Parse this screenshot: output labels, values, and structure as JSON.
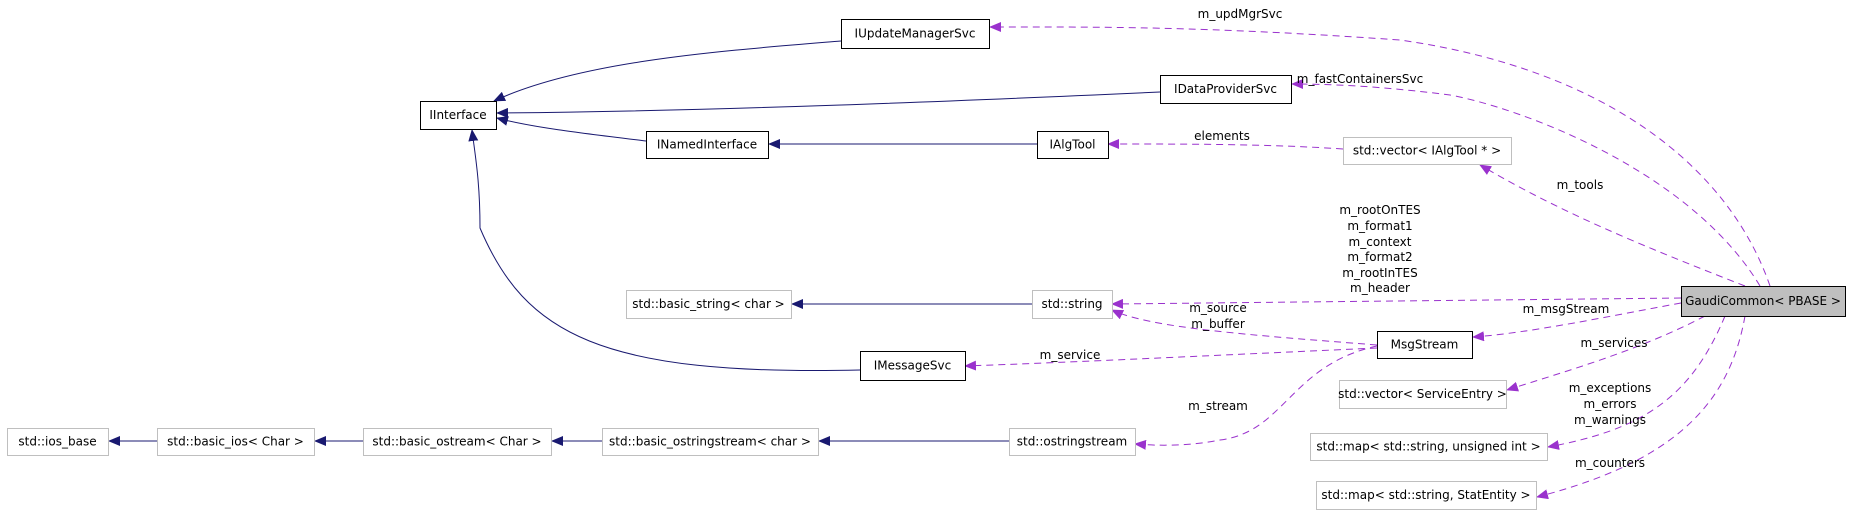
{
  "nodes": [
    {
      "id": "IUpdateManagerSvc",
      "label": "IUpdateManagerSvc",
      "style": "normal"
    },
    {
      "id": "IDataProviderSvc",
      "label": "IDataProviderSvc",
      "style": "normal"
    },
    {
      "id": "IInterface",
      "label": "IInterface",
      "style": "normal"
    },
    {
      "id": "INamedInterface",
      "label": "INamedInterface",
      "style": "normal"
    },
    {
      "id": "IAlgTool",
      "label": "IAlgTool",
      "style": "normal"
    },
    {
      "id": "vecAlgTool",
      "label": "std::vector< IAlgTool * >",
      "style": "ext"
    },
    {
      "id": "basic_string",
      "label": "std::basic_string< char >",
      "style": "ext"
    },
    {
      "id": "string",
      "label": "std::string",
      "style": "ext"
    },
    {
      "id": "GaudiCommon",
      "label": "GaudiCommon< PBASE >",
      "style": "focus"
    },
    {
      "id": "MsgStream",
      "label": "MsgStream",
      "style": "normal"
    },
    {
      "id": "IMessageSvc",
      "label": "IMessageSvc",
      "style": "normal"
    },
    {
      "id": "vecService",
      "label": "std::vector< ServiceEntry >",
      "style": "ext"
    },
    {
      "id": "ios_base",
      "label": "std::ios_base",
      "style": "ext"
    },
    {
      "id": "basic_ios",
      "label": "std::basic_ios< Char >",
      "style": "ext"
    },
    {
      "id": "basic_ostream",
      "label": "std::basic_ostream< Char >",
      "style": "ext"
    },
    {
      "id": "basic_ostringstream",
      "label": "std::basic_ostringstream< char >",
      "style": "ext"
    },
    {
      "id": "ostringstream",
      "label": "std::ostringstream",
      "style": "ext"
    },
    {
      "id": "mapUint",
      "label": "std::map< std::string, unsigned int >",
      "style": "ext"
    },
    {
      "id": "mapStat",
      "label": "std::map< std::string, StatEntity >",
      "style": "ext"
    }
  ],
  "edges": [
    {
      "id": "e-ium-ii",
      "from": "IUpdateManagerSvc",
      "to": "IInterface",
      "kind": "inherit",
      "labels": []
    },
    {
      "id": "e-idp-ii",
      "from": "IDataProviderSvc",
      "to": "IInterface",
      "kind": "inherit",
      "labels": []
    },
    {
      "id": "e-ini-ii",
      "from": "INamedInterface",
      "to": "IInterface",
      "kind": "inherit",
      "labels": []
    },
    {
      "id": "e-ims-ii",
      "from": "IMessageSvc",
      "to": "IInterface",
      "kind": "inherit",
      "labels": []
    },
    {
      "id": "e-iat-ini",
      "from": "IAlgTool",
      "to": "INamedInterface",
      "kind": "inherit",
      "labels": []
    },
    {
      "id": "e-str-bs",
      "from": "string",
      "to": "basic_string",
      "kind": "inherit",
      "labels": []
    },
    {
      "id": "e-bios-iob",
      "from": "basic_ios",
      "to": "ios_base",
      "kind": "inherit",
      "labels": []
    },
    {
      "id": "e-bos-bios",
      "from": "basic_ostream",
      "to": "basic_ios",
      "kind": "inherit",
      "labels": []
    },
    {
      "id": "e-boss-bos",
      "from": "basic_ostringstream",
      "to": "basic_ostream",
      "kind": "inherit",
      "labels": []
    },
    {
      "id": "e-oss-boss",
      "from": "ostringstream",
      "to": "basic_ostringstream",
      "kind": "inherit",
      "labels": []
    },
    {
      "id": "e-gc-ium",
      "from": "GaudiCommon",
      "to": "IUpdateManagerSvc",
      "kind": "usage",
      "labels": [
        "m_updMgrSvc"
      ]
    },
    {
      "id": "e-gc-idp",
      "from": "GaudiCommon",
      "to": "IDataProviderSvc",
      "kind": "usage",
      "labels": [
        "m_fastContainersSvc"
      ]
    },
    {
      "id": "e-vec-iat",
      "from": "vecAlgTool",
      "to": "IAlgTool",
      "kind": "usage",
      "labels": [
        "elements"
      ]
    },
    {
      "id": "e-gc-vec",
      "from": "GaudiCommon",
      "to": "vecAlgTool",
      "kind": "usage",
      "labels": [
        "m_tools"
      ]
    },
    {
      "id": "e-gc-str",
      "from": "GaudiCommon",
      "to": "string",
      "kind": "usage",
      "labels": [
        "m_rootOnTES",
        "m_format1",
        "m_context",
        "m_format2",
        "m_rootInTES",
        "m_header"
      ]
    },
    {
      "id": "e-ms-str",
      "from": "MsgStream",
      "to": "string",
      "kind": "usage",
      "labels": [
        "m_source",
        "m_buffer"
      ]
    },
    {
      "id": "e-gc-ms",
      "from": "GaudiCommon",
      "to": "MsgStream",
      "kind": "usage",
      "labels": [
        "m_msgStream"
      ]
    },
    {
      "id": "e-ms-ims",
      "from": "MsgStream",
      "to": "IMessageSvc",
      "kind": "usage",
      "labels": [
        "m_service"
      ]
    },
    {
      "id": "e-ms-oss",
      "from": "MsgStream",
      "to": "ostringstream",
      "kind": "usage",
      "labels": [
        "m_stream"
      ]
    },
    {
      "id": "e-gc-vs",
      "from": "GaudiCommon",
      "to": "vecService",
      "kind": "usage",
      "labels": [
        "m_services"
      ]
    },
    {
      "id": "e-gc-mu",
      "from": "GaudiCommon",
      "to": "mapUint",
      "kind": "usage",
      "labels": [
        "m_exceptions",
        "m_errors",
        "m_warnings"
      ]
    },
    {
      "id": "e-gc-mst",
      "from": "GaudiCommon",
      "to": "mapStat",
      "kind": "usage",
      "labels": [
        "m_counters"
      ]
    }
  ]
}
